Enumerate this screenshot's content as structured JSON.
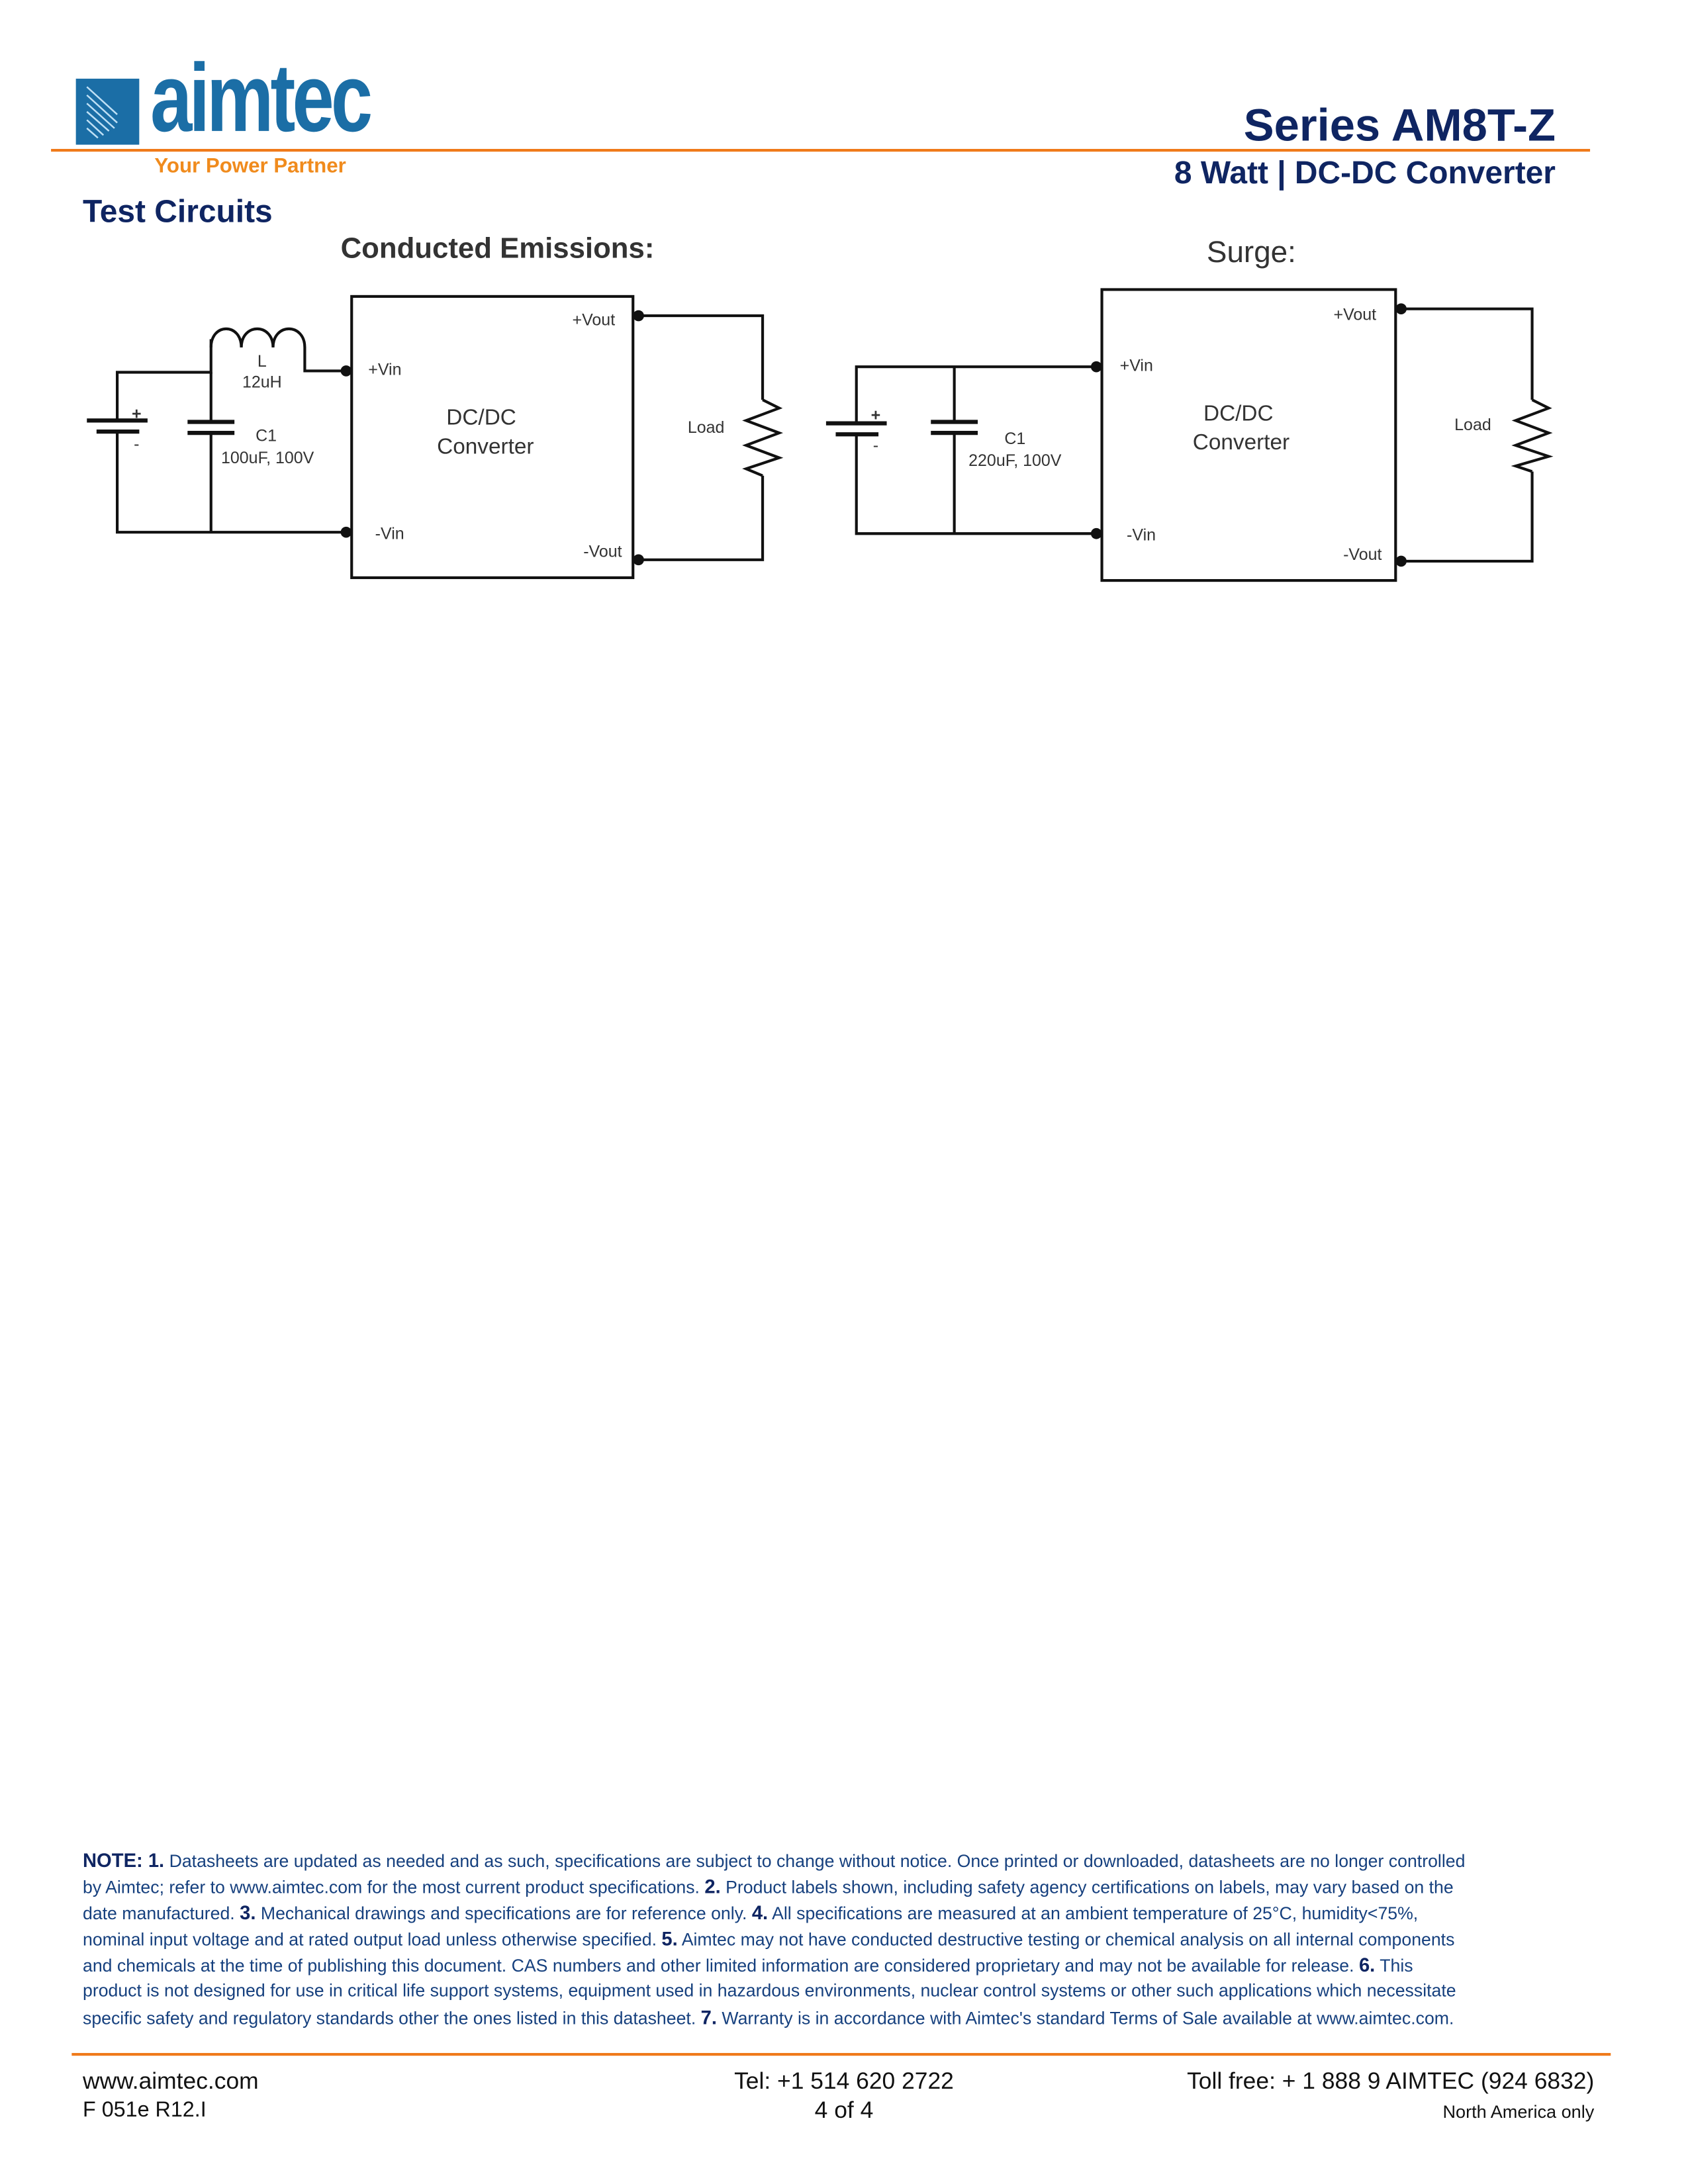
{
  "header": {
    "logo_text": "aimtec",
    "tagline": "Your Power Partner",
    "series": "Series AM8T-Z",
    "subtitle": "8 Watt | DC-DC Converter",
    "section_title": "Test Circuits"
  },
  "circuits": [
    {
      "title": "Conducted Emissions:",
      "inductor_name": "L",
      "inductor_value": "12uH",
      "cap_name": "C1",
      "cap_value": "100uF, 100V",
      "battery_plus": "+",
      "battery_minus": "-",
      "converter_line1": "DC/DC",
      "converter_line2": "Converter",
      "pin_vin_pos": "+Vin",
      "pin_vin_neg": "-Vin",
      "pin_vout_pos": "+Vout",
      "pin_vout_neg": "-Vout",
      "load": "Load"
    },
    {
      "title": "Surge:",
      "cap_name": "C1",
      "cap_value": "220uF, 100V",
      "battery_plus": "+",
      "battery_minus": "-",
      "converter_line1": "DC/DC",
      "converter_line2": "Converter",
      "pin_vin_pos": "+Vin",
      "pin_vin_neg": "-Vin",
      "pin_vout_pos": "+Vout",
      "pin_vout_neg": "-Vout",
      "load": "Load"
    }
  ],
  "note": {
    "lines": [
      [
        [
          "b",
          "NOTE: 1."
        ],
        [
          "t",
          " Datasheets are updated as needed and as such, specifications are subject to change without notice.  Once printed or downloaded, datasheets are no longer controlled"
        ]
      ],
      [
        [
          "t",
          "by Aimtec; refer to www.aimtec.com for the most current product specifications. "
        ],
        [
          "b",
          "2."
        ],
        [
          "t",
          " Product labels shown, including safety agency certifications on labels, may vary based on the"
        ]
      ],
      [
        [
          "t",
          "date manufactured. "
        ],
        [
          "b",
          "3."
        ],
        [
          "t",
          " Mechanical drawings and specifications are for reference only. "
        ],
        [
          "b",
          "4."
        ],
        [
          "t",
          " All specifications are measured at an ambient temperature of 25°C, humidity<75%,"
        ]
      ],
      [
        [
          "t",
          "nominal input voltage and at rated output load unless otherwise specified. "
        ],
        [
          "b",
          "5."
        ],
        [
          "t",
          " Aimtec may not have conducted destructive testing or chemical analysis on all internal components"
        ]
      ],
      [
        [
          "t",
          "and chemicals at the time of publishing this document. CAS numbers and other limited information are considered proprietary and may not be available for release. "
        ],
        [
          "b",
          "6."
        ],
        [
          "t",
          " This"
        ]
      ],
      [
        [
          "t",
          "product is not designed for use in critical life support systems, equipment used in hazardous environments, nuclear control systems or other such applications which necessitate"
        ]
      ],
      [
        [
          "t",
          "specific safety and regulatory standards other the ones listed in this datasheet. "
        ],
        [
          "b",
          "7."
        ],
        [
          "t",
          " Warranty is in accordance with Aimtec's standard Terms of Sale available at www.aimtec.com."
        ]
      ]
    ]
  },
  "footer": {
    "website": "www.aimtec.com",
    "form_code": "F 051e R12.I",
    "tel": "Tel: +1 514 620 2722",
    "page": "4 of 4",
    "tollfree": "Toll free: + 1 888 9 AIMTEC (924 6832)",
    "region": "North America only"
  },
  "colors": {
    "brand_blue": "#1b6ea6",
    "orange": "#f07a1a",
    "navy": "#0f2562"
  }
}
